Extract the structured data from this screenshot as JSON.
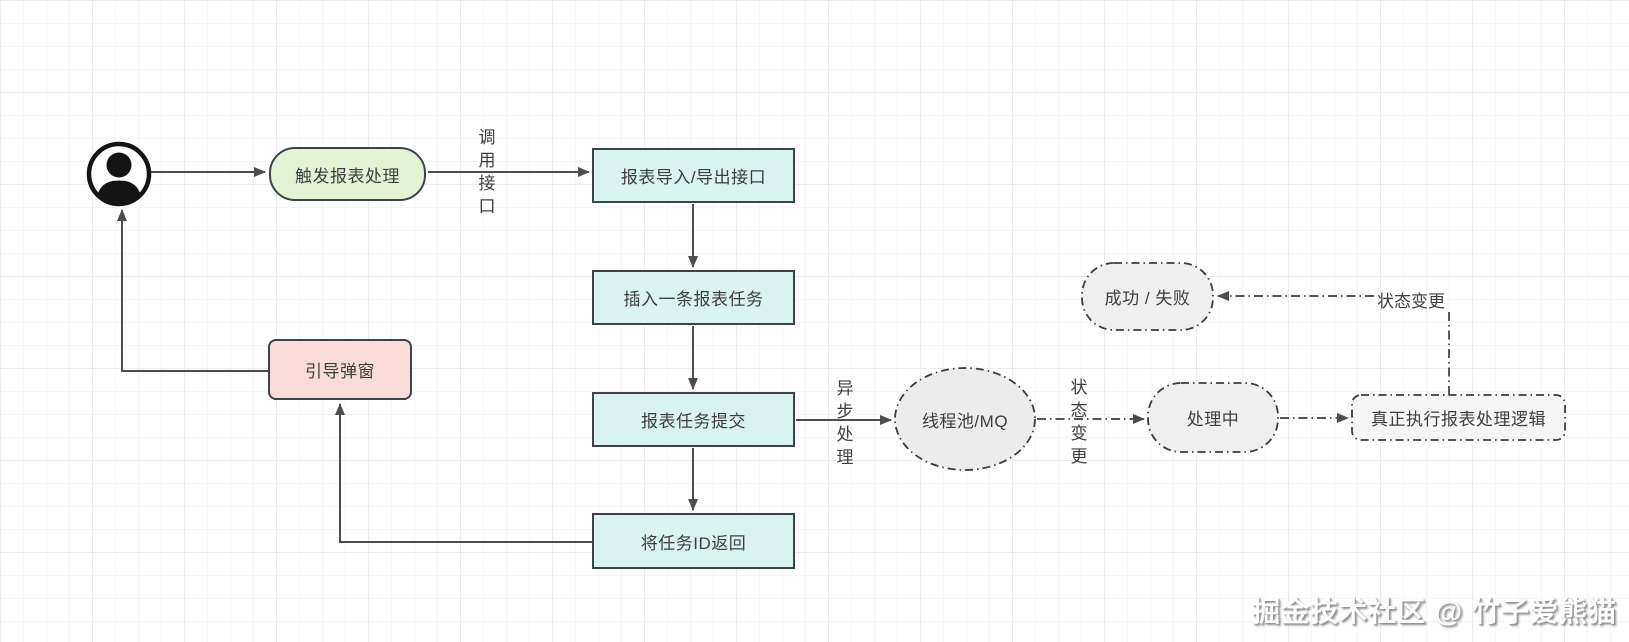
{
  "nodes": {
    "trigger": {
      "label": "触发报表处理"
    },
    "report_api": {
      "label": "报表导入/导出接口"
    },
    "insert_task": {
      "label": "插入一条报表任务"
    },
    "submit_task": {
      "label": "报表任务提交"
    },
    "return_task_id": {
      "label": "将任务ID返回"
    },
    "guide_popup": {
      "label": "引导弹窗"
    },
    "thread_pool_mq": {
      "label": "线程池/MQ"
    },
    "processing": {
      "label": "处理中"
    },
    "success_fail": {
      "label": "成功 / 失败"
    },
    "execute_logic": {
      "label": "真正执行报表处理逻辑"
    }
  },
  "edge_labels": {
    "call_api": "调用接口",
    "async_handle": "异步处理",
    "status_change_mq": "状态变更",
    "status_change_result": "状态变更"
  },
  "watermark": {
    "text": "掘金技术社区 @ 竹子爱熊猫"
  },
  "colors": {
    "green_fill": "#e4f3d3",
    "cyan_fill": "#d8f3f0",
    "pink_fill": "#f9dcd9",
    "gray_fill": "#ececec",
    "lightgray_fill": "#f5f5f5",
    "node_border": "#3d434b",
    "dash_border": "#3c3c3c",
    "arrow": "#4d4d4d",
    "grid_minor": "#f5f5f7",
    "grid_major": "#ececf0"
  }
}
